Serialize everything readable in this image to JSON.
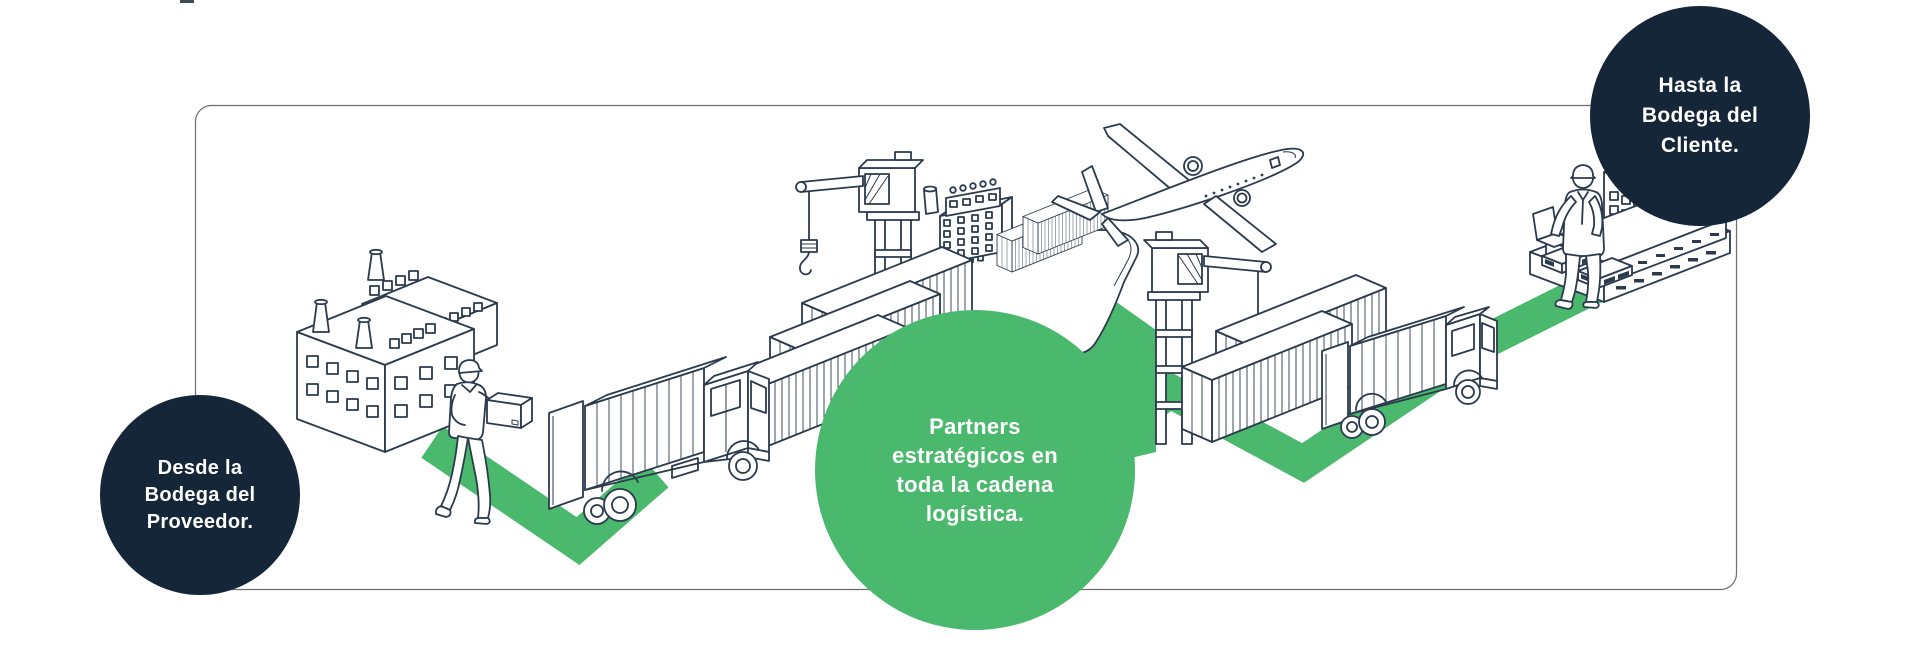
{
  "page": {
    "background": "#ffffff"
  },
  "colors": {
    "accent_green": "#4bb96d",
    "navy": "#152638",
    "line_art": "#2b3a4c",
    "frame_border": "#6e6e6e",
    "text": "#ffffff"
  },
  "badges": {
    "start": {
      "lines": [
        "Desde la",
        "Bodega del",
        "Proveedor."
      ]
    },
    "middle": {
      "lines": [
        "Partners",
        "estratégicos en",
        "toda la cadena",
        "logística."
      ]
    },
    "end": {
      "lines": [
        "Hasta la",
        "Bodega del",
        "Cliente."
      ]
    }
  },
  "illustrations": {
    "items": [
      "factory",
      "worker-carrying-box",
      "truck-open-rear",
      "container-stacks-left",
      "harbor-crane-left",
      "cargo-ship",
      "airplane",
      "harbor-crane-right",
      "container-stacks-right",
      "truck-closed",
      "office-building",
      "loading-dock",
      "pallets",
      "worker-with-laptop",
      "green-route-path",
      "rounded-frame"
    ]
  }
}
